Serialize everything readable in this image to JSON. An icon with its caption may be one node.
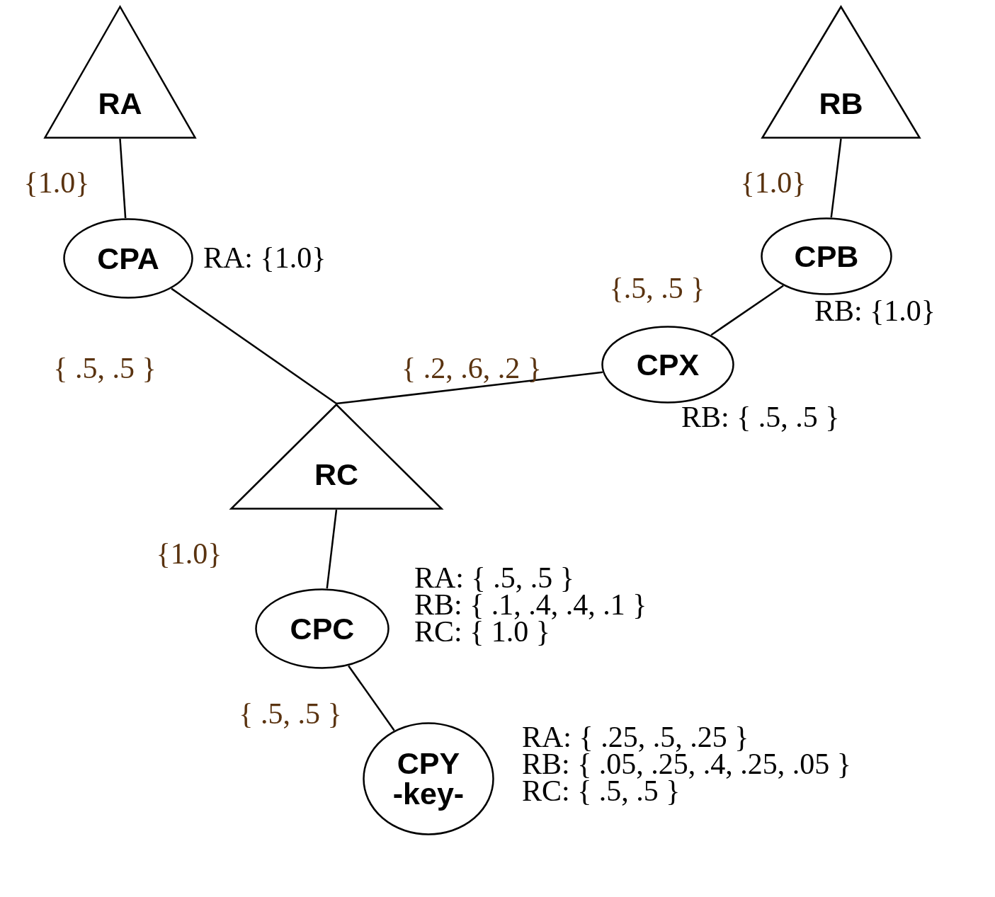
{
  "diagram": {
    "nodes": [
      {
        "text": [
          "RA"
        ]
      },
      {
        "text": [
          "RB"
        ]
      },
      {
        "text": [
          "CPA"
        ],
        "beside": [
          "RA: {1.0}"
        ]
      },
      {
        "text": [
          "CPB"
        ],
        "beside": [
          "RB: {1.0}"
        ]
      },
      {
        "text": [
          "CPX"
        ],
        "beside": [
          "RB: { .5, .5 }"
        ]
      },
      {
        "text": [
          "RC"
        ]
      },
      {
        "text": [
          "CPC"
        ],
        "beside": [
          "RA: { .5, .5 }",
          "RB: { .1, .4, .4, .1 }",
          "RC: { 1.0 }"
        ]
      },
      {
        "text": [
          "CPY",
          "-key-"
        ],
        "beside": [
          "RA: { .25, .5, .25 }",
          "RB: { .05, .25, .4, .25, .05 }",
          "RC: { .5, .5 }"
        ]
      }
    ],
    "edges": [
      {
        "from": 0,
        "to": 2,
        "arrow": "none",
        "label": "{1.0}"
      },
      {
        "from": 1,
        "to": 3,
        "arrow": "none",
        "label": "{1.0}"
      },
      {
        "from": 2,
        "to": 5,
        "arrow": "none",
        "label": "{ .5, .5 }"
      },
      {
        "from": 3,
        "to": 4,
        "arrow": "none",
        "label": "{.5, .5 }"
      },
      {
        "from": 5,
        "to": 4,
        "arrow": "none",
        "label": "{ .2, .6, .2 }"
      },
      {
        "from": 5,
        "to": 6,
        "arrow": "none",
        "label": "{1.0}"
      },
      {
        "from": 6,
        "to": 7,
        "arrow": "none",
        "label": "{ .5, .5 }"
      }
    ]
  }
}
